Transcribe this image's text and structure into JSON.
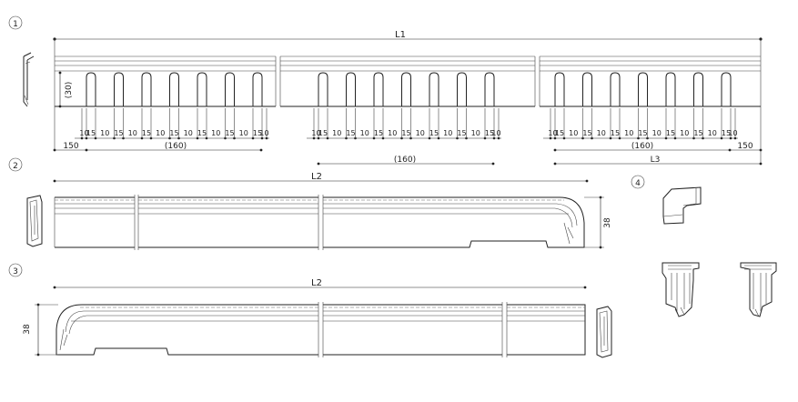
{
  "markers": {
    "m1": "1",
    "m2": "2",
    "m3": "3",
    "m4": "4"
  },
  "view1": {
    "overall_label": "L1",
    "height_label": "(30)",
    "slot_pattern_labels": [
      "10",
      "15",
      "10",
      "15",
      "10",
      "15",
      "10",
      "15",
      "10",
      "15",
      "10",
      "15",
      "10",
      "15",
      "10"
    ],
    "group_label": "(160)",
    "edge_label": "150",
    "end_label": "L3"
  },
  "view2": {
    "length_label": "L2",
    "height_label": "38"
  },
  "view3": {
    "length_label": "L2",
    "height_label": "38"
  }
}
